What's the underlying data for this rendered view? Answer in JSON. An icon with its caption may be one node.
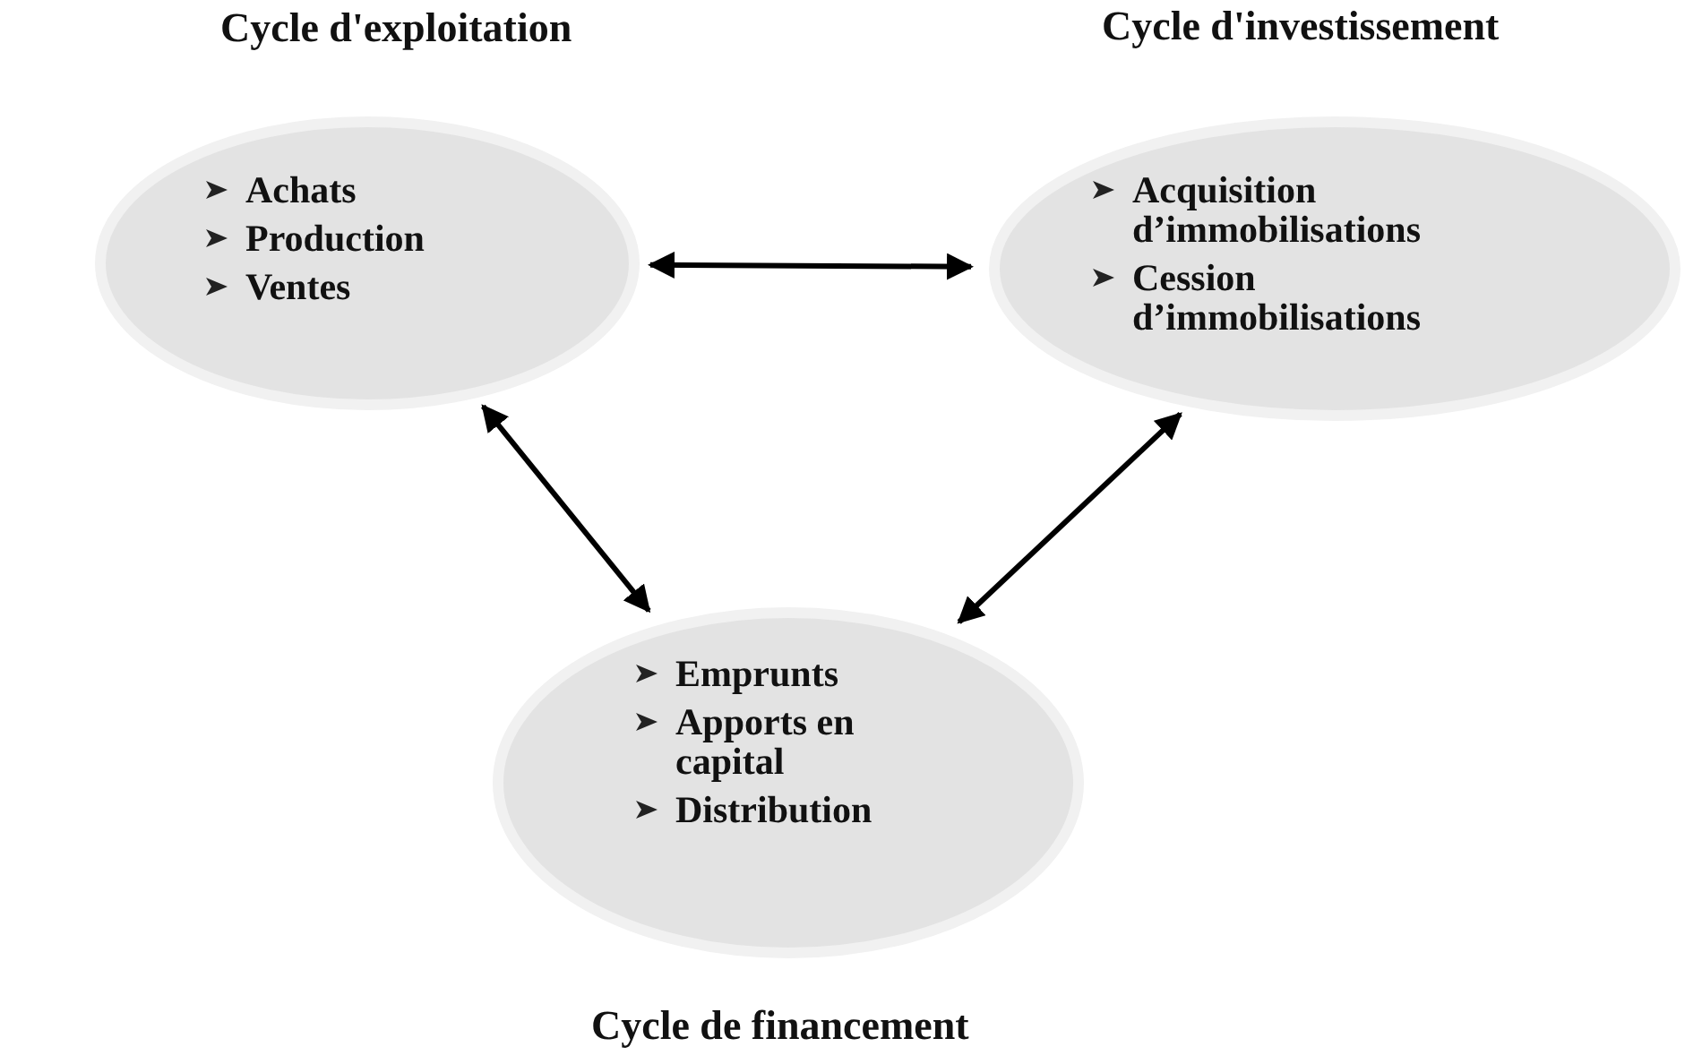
{
  "diagram": {
    "nodes": [
      {
        "text": [
          "Cycle d'exploitation",
          "Achats",
          "Production",
          "Ventes"
        ]
      },
      {
        "text": [
          "Cycle d'investissement",
          "Acquisition d’immobilisations",
          "Cession d’immobilisations"
        ]
      },
      {
        "text": [
          "Emprunts",
          "Apports en capital",
          "Distribution",
          "Cycle de financement"
        ]
      }
    ],
    "edges": [
      {
        "from": 0,
        "to": 1,
        "arrow": "both"
      },
      {
        "from": 0,
        "to": 2,
        "arrow": "both"
      },
      {
        "from": 1,
        "to": 2,
        "arrow": "both"
      }
    ]
  }
}
